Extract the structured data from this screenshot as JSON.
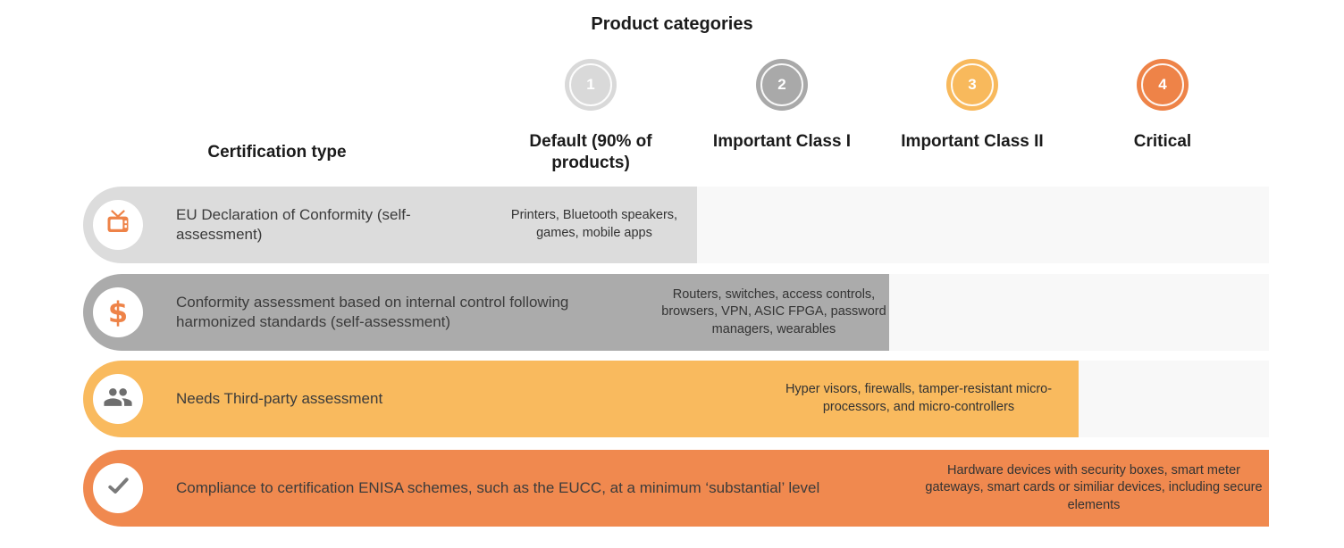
{
  "title": "Product categories",
  "table": {
    "certification_type_header": "Certification type",
    "columns": [
      {
        "number": "1",
        "label": "Default (90% of products)",
        "badge_color": "#d9d9d9"
      },
      {
        "number": "2",
        "label": "Important Class I",
        "badge_color": "#a9a9a9"
      },
      {
        "number": "3",
        "label": "Important Class II",
        "badge_color": "#f8b95c"
      },
      {
        "number": "4",
        "label": "Critical",
        "badge_color": "#ee8348"
      }
    ],
    "rows": [
      {
        "icon": "tv-icon",
        "label": "EU Declaration of Conformity (self-assessment)",
        "products": "Printers, Bluetooth speakers, games, mobile apps",
        "extends_to_column": "Default (90% of products)",
        "bar_color": "#dcdcdc"
      },
      {
        "icon": "dollar-icon",
        "label": "Conformity assessment based on internal control following harmonized standards (self-assessment)",
        "products": "Routers, switches, access controls, browsers, VPN, ASIC FPGA, password managers, wearables",
        "extends_to_column": "Important Class I",
        "bar_color": "#ababab"
      },
      {
        "icon": "people-icon",
        "label": "Needs Third-party assessment",
        "products": "Hyper visors, firewalls, tamper-resistant micro-processors, and micro-controllers",
        "extends_to_column": "Important Class II",
        "bar_color": "#f9ba5e"
      },
      {
        "icon": "check-icon",
        "label": "Compliance to certification ENISA schemes, such as the EUCC, at a minimum ‘substantial’ level",
        "products": "Hardware devices with security boxes, smart meter gateways, smart cards or similiar devices, including secure elements",
        "extends_to_column": "Critical",
        "bar_color": "#f0894f"
      }
    ]
  },
  "colors": {
    "row_default": "#dcdcdc",
    "row_important_class_1": "#ababab",
    "row_important_class_2": "#f9ba5e",
    "row_critical": "#f0894f",
    "track_background": "#f8f8f8",
    "icon_orange": "#ee8348",
    "icon_gray": "#6e6e6e",
    "heading_text": "#1b1b1b",
    "body_text": "#3b3b3b"
  }
}
